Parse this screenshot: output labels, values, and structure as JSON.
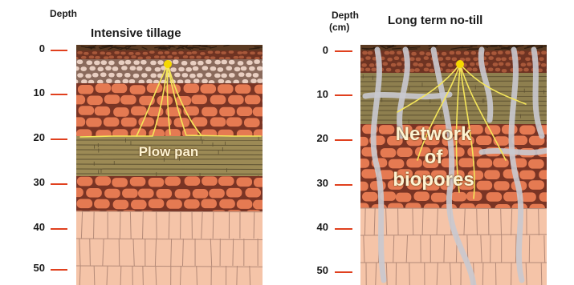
{
  "left_panel": {
    "depth_header": "Depth",
    "title": "Intensive tillage",
    "layer_label": "Plow pan"
  },
  "right_panel": {
    "depth_header_1": "Depth",
    "depth_header_2": "(cm)",
    "title": "Long term no-till",
    "label_line1": "Network",
    "label_line2": "of",
    "label_line3": "biopores"
  },
  "depth_ticks": [
    "0",
    "10",
    "20",
    "30",
    "40",
    "50"
  ],
  "colors": {
    "residue": "#5a3a22",
    "topsoil": "#a8583a",
    "loose_aggregate": "#e9cfc2",
    "aggregate": "#e57a52",
    "plow_pan": "#9c8a55",
    "olive_band": "#8e7f4f",
    "subsoil": "#f5c4a8",
    "root": "#f5e65a",
    "biopore": "#c9c9cf",
    "tick_mark": "#e0401e"
  }
}
